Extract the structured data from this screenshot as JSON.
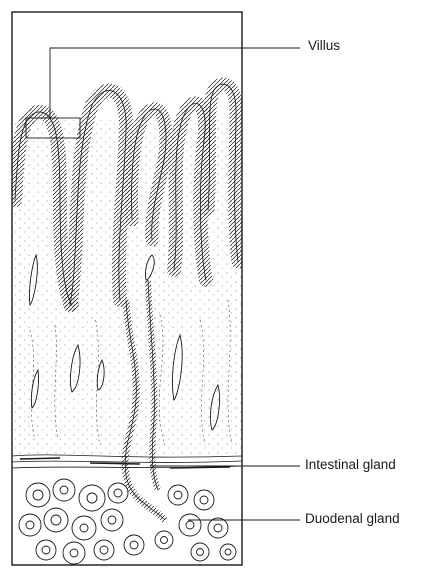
{
  "labels": {
    "villus": "Villus",
    "intestinal_gland": "Intestinal gland",
    "duodenal_gland": "Duodenal gland"
  },
  "colors": {
    "line": "#1a1a1a",
    "background": "#ffffff"
  }
}
